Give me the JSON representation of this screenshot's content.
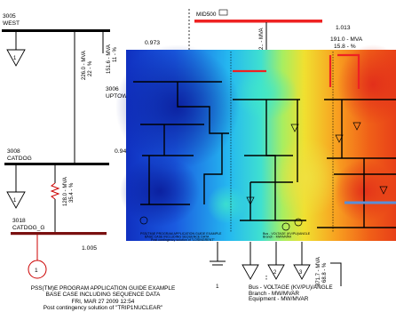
{
  "buses": {
    "west": {
      "id": "3005",
      "name": "WEST"
    },
    "mid500": {
      "id": "MID500"
    },
    "uptown": {
      "id": "3006",
      "name": "UPTOWN"
    },
    "catdog": {
      "id": "3008",
      "name": "CATDOG"
    },
    "catdog_g": {
      "id": "3018",
      "name": "CATDOG_G"
    }
  },
  "values": {
    "v_0973": "0.973",
    "v_1013": "1.013",
    "v_1005": "1.005",
    "v_094": "0.94",
    "flow_191_mva": "191.0 - MVA",
    "flow_158_pct": "15.8 - %",
    "flow_1516": "151.6 - MVA",
    "flow_1516_pct": "11 - %",
    "flow_2260": "226.0 - MVA",
    "flow_2260_pct": "22 - %",
    "flow_1280": "128.0 - MVA",
    "flow_1280_pct": "35.4 - %",
    "flow_3717": "371.7 - MVA",
    "flow_3717_pct": "68.8 - %",
    "gen_1": "1",
    "gen_2": "2",
    "gen_3": "3",
    "gen_1b": "1",
    "gen_1c": "1",
    "page_num": "1"
  },
  "footer": {
    "line1": "PSS(TM)E PROGRAM APPLICATION GUIDE EXAMPLE",
    "line2": "BASE CASE INCLUDING SEQUENCE DATA",
    "line3": "FRI, MAR 27 2009 12:54",
    "line4": "Post contingency solution of \"TRIP1NUCLEAR\"",
    "legend1": "Bus - VOLTAGE (KV/PU)/ANGLE",
    "legend2": "Branch - MW/MVAR",
    "legend3": "Equipment - MW/MVAR"
  },
  "overlay": {
    "footer_left": "PSS(TM)E PROGRAM APPLICATION GUIDE EXAMPLE",
    "footer_left2": "BASE CASE INCLUDING SEQUENCE DATA",
    "footer_left3": "FRI, MAR 27 2009 12:54",
    "footer_left4": "Post contingency solution of \"LOSINGRENT\"",
    "legend1": "Bus - VOLTAGE (KV/PU)/ANGLE",
    "legend2": "Branch - MW/MVAR",
    "legend3": "Equipment - MW/MVAR"
  },
  "colors": {
    "bus_black": "#000000",
    "bus_red": "#ee2222",
    "bus_dark_red": "#7a1010",
    "gen_red": "#cc0000"
  }
}
